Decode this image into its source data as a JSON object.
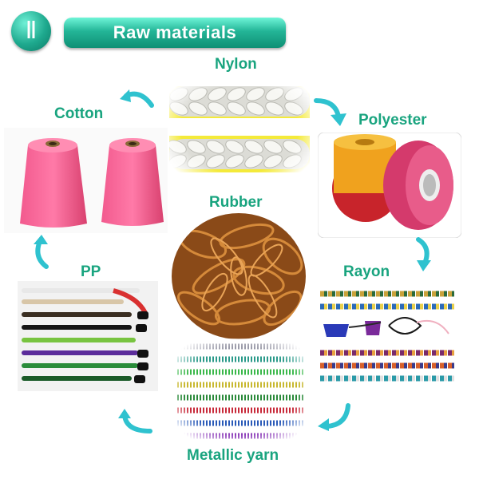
{
  "header": {
    "badge": "Ⅱ",
    "title": "Raw materials"
  },
  "materials": {
    "nylon": "Nylon",
    "cotton": "Cotton",
    "polyester": "Polyester",
    "rubber": "Rubber",
    "pp": "PP",
    "rayon": "Rayon",
    "metallic": "Metallic yarn"
  },
  "colors": {
    "accent": "#19a47f",
    "arrow": "#2fc2cf"
  }
}
